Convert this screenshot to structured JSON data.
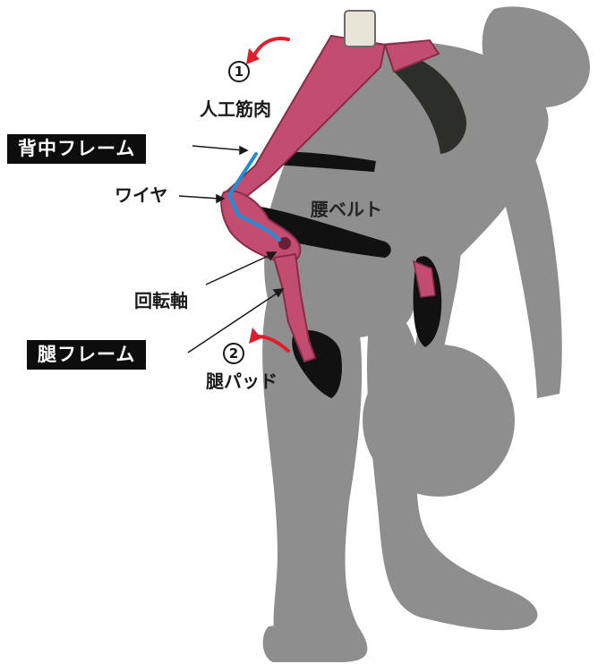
{
  "labels": {
    "artificial_muscle": "人工筋肉",
    "back_frame": "背中フレーム",
    "wire": "ワイヤ",
    "waist_belt": "腰ベルト",
    "rotation_axis": "回転軸",
    "thigh_frame": "腿フレーム",
    "thigh_pad": "腿パッド"
  },
  "markers": {
    "one": "1",
    "two": "2"
  },
  "colors": {
    "silhouette": "#8e8e8e",
    "frame": "#c24d70",
    "frame_dark": "#8a2b47",
    "wire": "#1e8fd6",
    "arrow": "#e01e2a",
    "belt": "#111111",
    "label_box": "#0d0d0d"
  }
}
